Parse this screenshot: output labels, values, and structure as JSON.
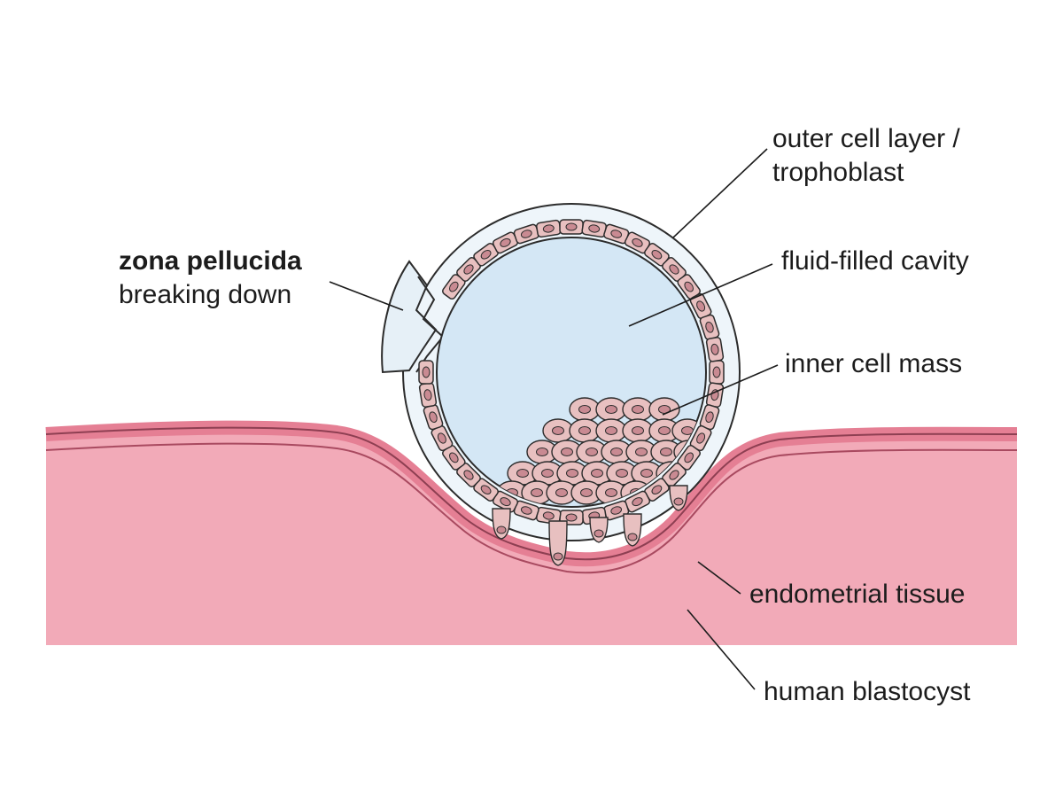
{
  "labels": {
    "zona_title": "zona pellucida",
    "zona_sub": "breaking down",
    "outer_line1": "outer cell layer /",
    "outer_line2": "trophoblast",
    "cavity": "fluid-filled cavity",
    "icm": "inner cell mass",
    "endometrium": "endometrial tissue",
    "blastocyst": "human blastocyst"
  },
  "colors": {
    "tissue": "#f2aab8",
    "tissue_surface": "#e57f94",
    "cavity_fluid": "#d4e7f5",
    "zona": "#eef5fa",
    "cell_fill": "#e8c0c0",
    "nucleus": "#c98a92",
    "outline": "#2c2c2c"
  }
}
